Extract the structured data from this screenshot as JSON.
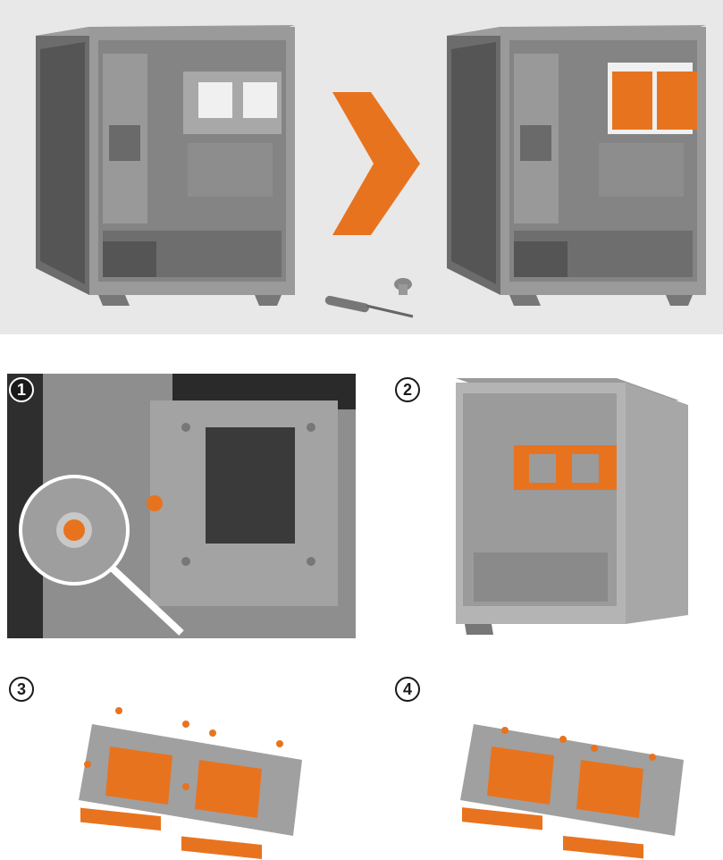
{
  "steps": [
    {
      "number": "1",
      "icon": "magnifier-icon"
    },
    {
      "number": "2",
      "icon": "case-icon"
    },
    {
      "number": "3",
      "icon": "bracket-with-screws-icon"
    },
    {
      "number": "4",
      "icon": "bracket-assembled-icon"
    }
  ],
  "colors": {
    "accent": "#e8731f",
    "case_gray": "#8f8f8f",
    "case_dark": "#5e5e5e",
    "hero_bg": "#e8e8e8",
    "badge": "#1a1a1a"
  },
  "hero": {
    "before_icon": "pc-case-before-icon",
    "arrow_icon": "arrow-right-icon",
    "tools_icon": "screwdriver-and-screw-icon",
    "after_icon": "pc-case-after-icon"
  }
}
